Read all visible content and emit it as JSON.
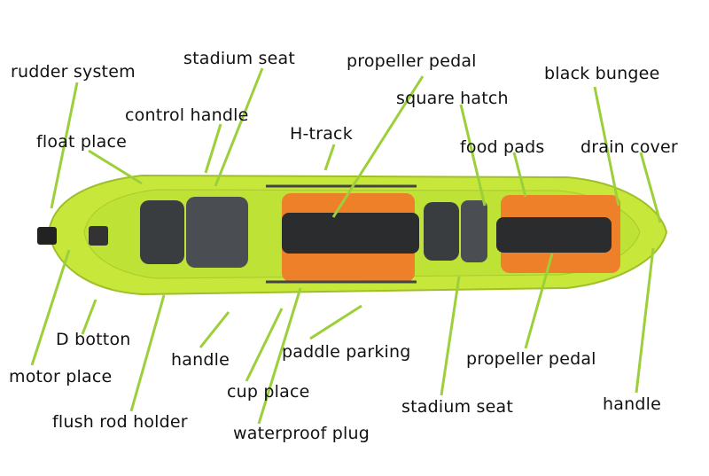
{
  "labels": {
    "rudder_system": "rudder system",
    "stadium_seat_top": "stadium seat",
    "propeller_pedal_top": "propeller pedal",
    "black_bungee": "black bungee",
    "control_handle": "control handle",
    "square_hatch": "square hatch",
    "h_track": "H-track",
    "float_place": "float place",
    "food_pads": "food pads",
    "drain_cover": "drain cover",
    "d_botton": "D botton",
    "handle_bottom_left": "handle",
    "paddle_parking": "paddle parking",
    "propeller_pedal_bottom": "propeller pedal",
    "motor_place": "motor place",
    "cup_place": "cup place",
    "handle_bottom_right": "handle",
    "stadium_seat_bottom": "stadium seat",
    "flush_rod_holder": "flush rod holder",
    "waterproof_plug": "waterproof plug"
  },
  "colors": {
    "hull": "#c7e83a",
    "hull_edge": "#9fbf2a",
    "pad": "#f07a2a",
    "seat": "#3a3d40",
    "leader": "#9ccf3a"
  }
}
